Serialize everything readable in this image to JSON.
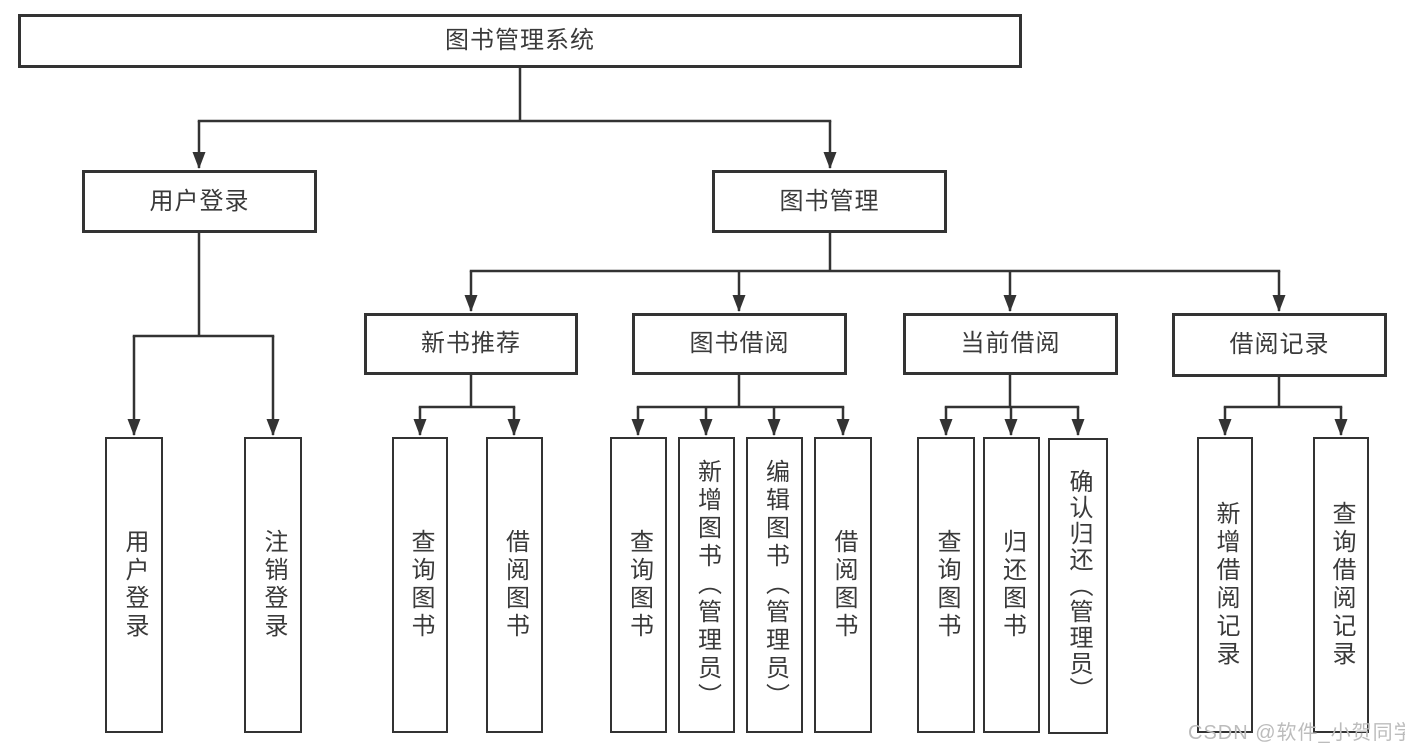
{
  "diagram": {
    "title": "图书管理系统",
    "branches": {
      "user_login": {
        "label": "用户登录",
        "children": [
          "用户登录",
          "注销登录"
        ]
      },
      "book_mgmt": {
        "label": "图书管理",
        "sections": {
          "new_book": {
            "label": "新书推荐",
            "children": [
              "查询图书",
              "借阅图书"
            ]
          },
          "book_borrow": {
            "label": "图书借阅",
            "children": [
              "查询图书",
              "新增图书（管理员）",
              "编辑图书（管理员）",
              "借阅图书"
            ]
          },
          "current_borrow": {
            "label": "当前借阅",
            "children": [
              "查询图书",
              "归还图书",
              "确认归还（管理员）"
            ]
          },
          "borrow_record": {
            "label": "借阅记录",
            "children": [
              "新增借阅记录",
              "查询借阅记录"
            ]
          }
        }
      }
    }
  },
  "watermark": {
    "text": "CSDN @软件_小贺同学",
    "color": "#bcbcbc"
  },
  "colors": {
    "background": "#ffffff",
    "box_fill": "#ffffff",
    "box_border": "#333333",
    "connector_line": "#333333",
    "text": "#3a3a3a"
  }
}
